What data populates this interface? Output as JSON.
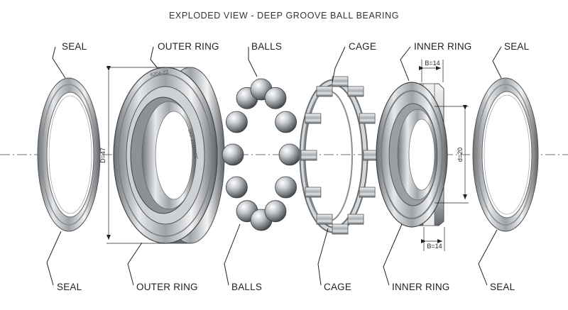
{
  "title": "EXPLODED VIEW - DEEP GROOVE BALL BEARING",
  "labels_top": {
    "seal_left": "SEAL",
    "outer_ring": "OUTER RING",
    "balls": "BALLS",
    "cage": "CAGE",
    "inner_ring": "INNER RING",
    "seal_right": "SEAL"
  },
  "labels_bottom": {
    "seal_left": "SEAL",
    "outer_ring": "OUTER RING",
    "balls": "BALLS",
    "cage": "CAGE",
    "inner_ring": "INNER RING",
    "seal_right": "SEAL"
  },
  "dimensions": {
    "outer_diameter": "D=47",
    "inner_diameter": "d=20",
    "width_top": "B=14",
    "width_bottom": "B=14"
  },
  "markings": {
    "part_number": "6204-ZZ",
    "origin": "SKF FRANCE"
  }
}
